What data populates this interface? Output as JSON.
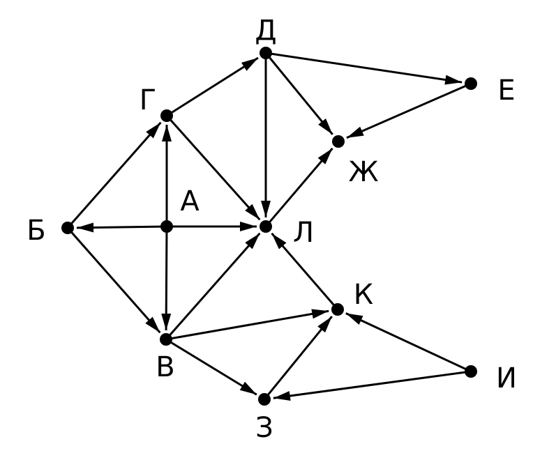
{
  "diagram": {
    "type": "directed-graph",
    "colors": {
      "ink": "#000000",
      "background": "#ffffff"
    },
    "nodes": [
      {
        "id": "A",
        "label": "А"
      },
      {
        "id": "B",
        "label": "Б"
      },
      {
        "id": "V",
        "label": "В"
      },
      {
        "id": "G",
        "label": "Г"
      },
      {
        "id": "D",
        "label": "Д"
      },
      {
        "id": "E",
        "label": "Е"
      },
      {
        "id": "ZH",
        "label": "Ж"
      },
      {
        "id": "Z",
        "label": "З"
      },
      {
        "id": "I",
        "label": "И"
      },
      {
        "id": "K",
        "label": "К"
      },
      {
        "id": "L",
        "label": "Л"
      }
    ],
    "edges": [
      {
        "from": "A",
        "to": "B"
      },
      {
        "from": "A",
        "to": "G"
      },
      {
        "from": "A",
        "to": "L"
      },
      {
        "from": "A",
        "to": "V"
      },
      {
        "from": "B",
        "to": "G"
      },
      {
        "from": "B",
        "to": "V"
      },
      {
        "from": "G",
        "to": "D"
      },
      {
        "from": "G",
        "to": "L"
      },
      {
        "from": "D",
        "to": "E"
      },
      {
        "from": "D",
        "to": "ZH"
      },
      {
        "from": "D",
        "to": "L"
      },
      {
        "from": "E",
        "to": "ZH"
      },
      {
        "from": "L",
        "to": "ZH"
      },
      {
        "from": "V",
        "to": "L"
      },
      {
        "from": "V",
        "to": "K"
      },
      {
        "from": "V",
        "to": "Z"
      },
      {
        "from": "K",
        "to": "L"
      },
      {
        "from": "Z",
        "to": "K"
      },
      {
        "from": "I",
        "to": "K"
      },
      {
        "from": "I",
        "to": "Z"
      }
    ]
  }
}
